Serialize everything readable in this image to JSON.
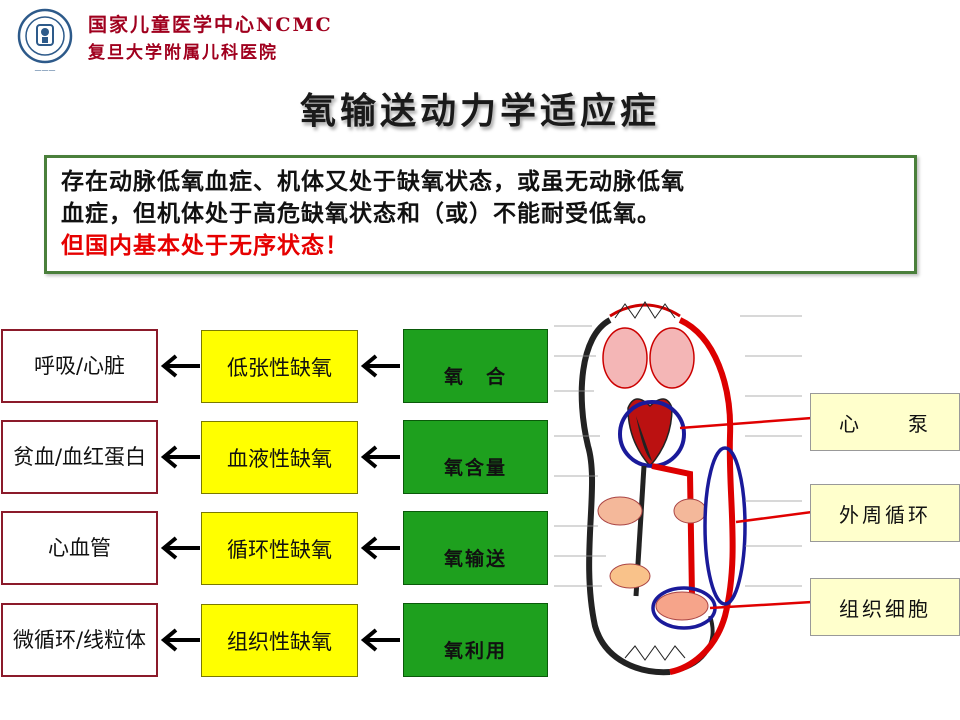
{
  "header": {
    "org_line1": "国家儿童医学中心NCMC",
    "org_line2": "复旦大学附属儿科医院",
    "logo_icon": "hospital-seal-icon",
    "brand_color": "#a0001e"
  },
  "title": "氧输送动力学适应症",
  "definition": {
    "line1": "存在动脉低氧血症、机体又处于缺氧状态，或虽无动脉低氧",
    "line2": "血症，但机体处于高危缺氧状态和（或）不能耐受低氧。",
    "line3": "但国内基本处于无序状态！"
  },
  "rows": [
    {
      "organ": "呼吸/心脏",
      "hypoxia": "低张性缺氧",
      "factor": "氧　合"
    },
    {
      "organ": "贫血/血红蛋白",
      "hypoxia": "血液性缺氧",
      "factor": "氧含量"
    },
    {
      "organ": "心血管",
      "hypoxia": "循环性缺氧",
      "factor": "氧输送"
    },
    {
      "organ": "微循环/线粒体",
      "hypoxia": "组织性缺氧",
      "factor": "氧利用"
    }
  ],
  "side_labels": {
    "heart": "心　　泵",
    "circulation": "外周循环",
    "tissue": "组织细胞"
  },
  "colors": {
    "cause_fill": "#ffff00",
    "factor_fill": "#1ea01e",
    "organ_border": "#8b1a2a",
    "highlight_ring": "#1a1a9a",
    "arrow_red": "#e00000"
  }
}
